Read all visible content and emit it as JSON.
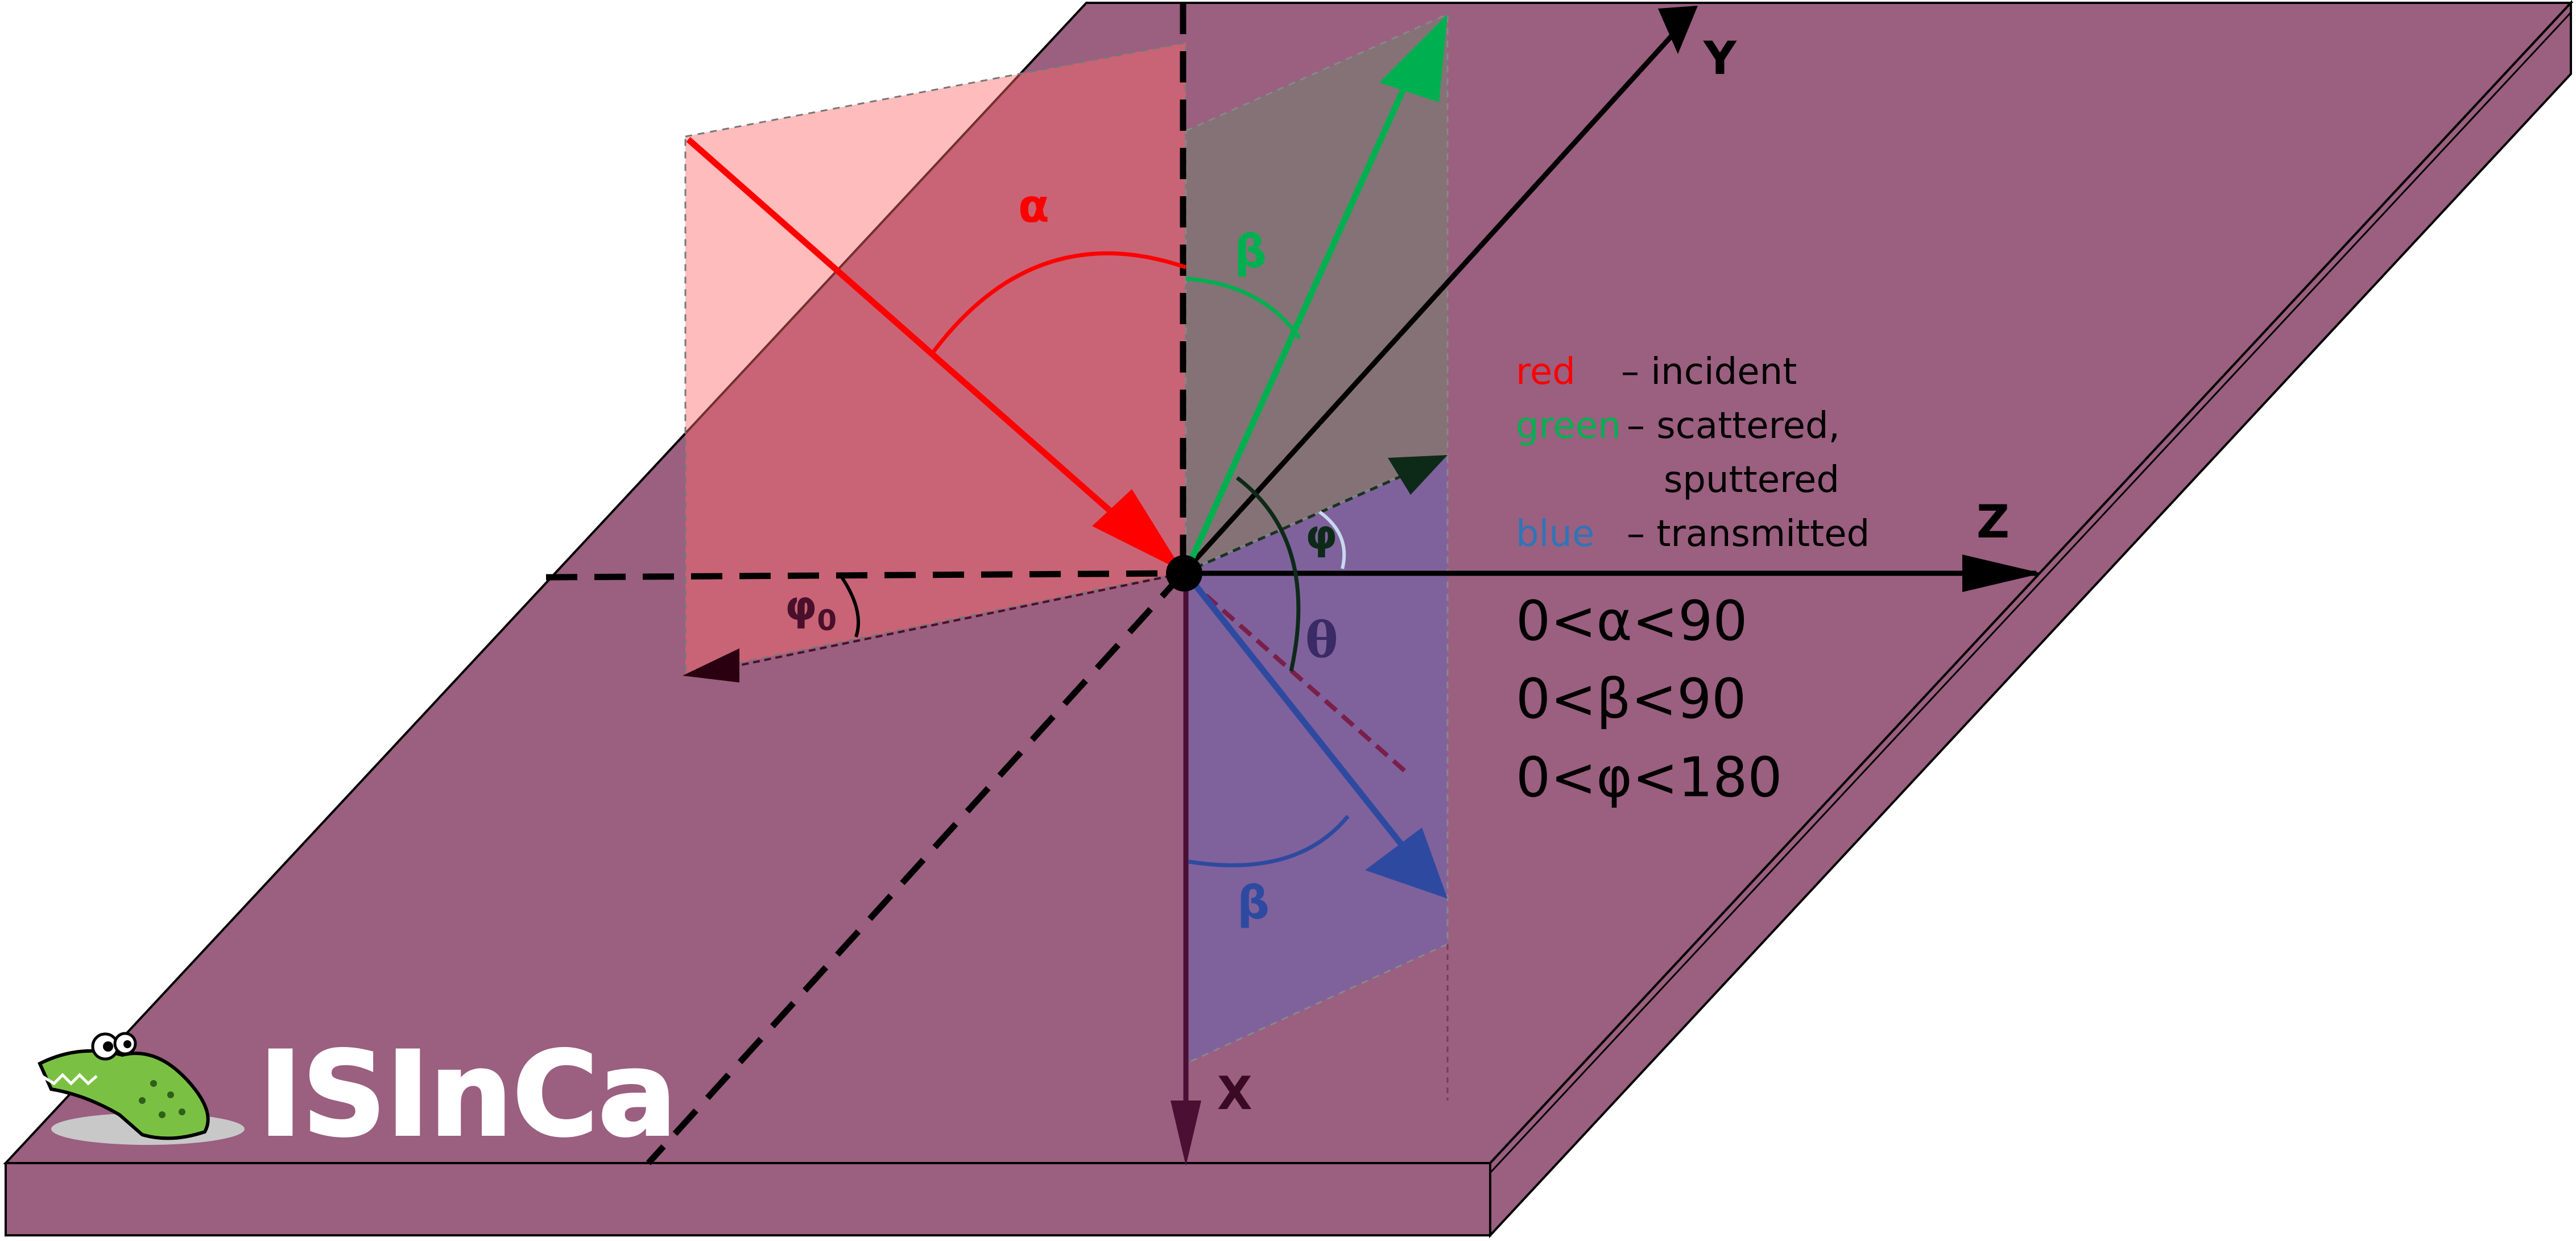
{
  "axes": {
    "x": "X",
    "y": "Y",
    "z": "Z"
  },
  "angles": {
    "alpha": "α",
    "beta_scattered": "β",
    "beta_transmitted": "β",
    "phi": "φ",
    "theta": "θ",
    "phi0_base": "φ",
    "phi0_sub": "0"
  },
  "legend": [
    {
      "key": "red",
      "text": "– incident",
      "color": "#ff0000"
    },
    {
      "key": "green",
      "text": "– scattered,",
      "color": "#00b050"
    },
    {
      "key": "",
      "text": "sputtered",
      "color": "#000000"
    },
    {
      "key": "blue",
      "text": "– transmitted",
      "color": "#2e75b6"
    }
  ],
  "conditions": [
    "0<α<90",
    "0<β<90",
    "0<φ<180"
  ],
  "logo": {
    "text": "ISInCa"
  },
  "colors": {
    "slab_top": "#9b5f80",
    "slab_side": "#9b5f80",
    "incident": "#ff0000",
    "scattered": "#00b050",
    "transmitted": "#2e4aa0",
    "axis": "#000000"
  }
}
